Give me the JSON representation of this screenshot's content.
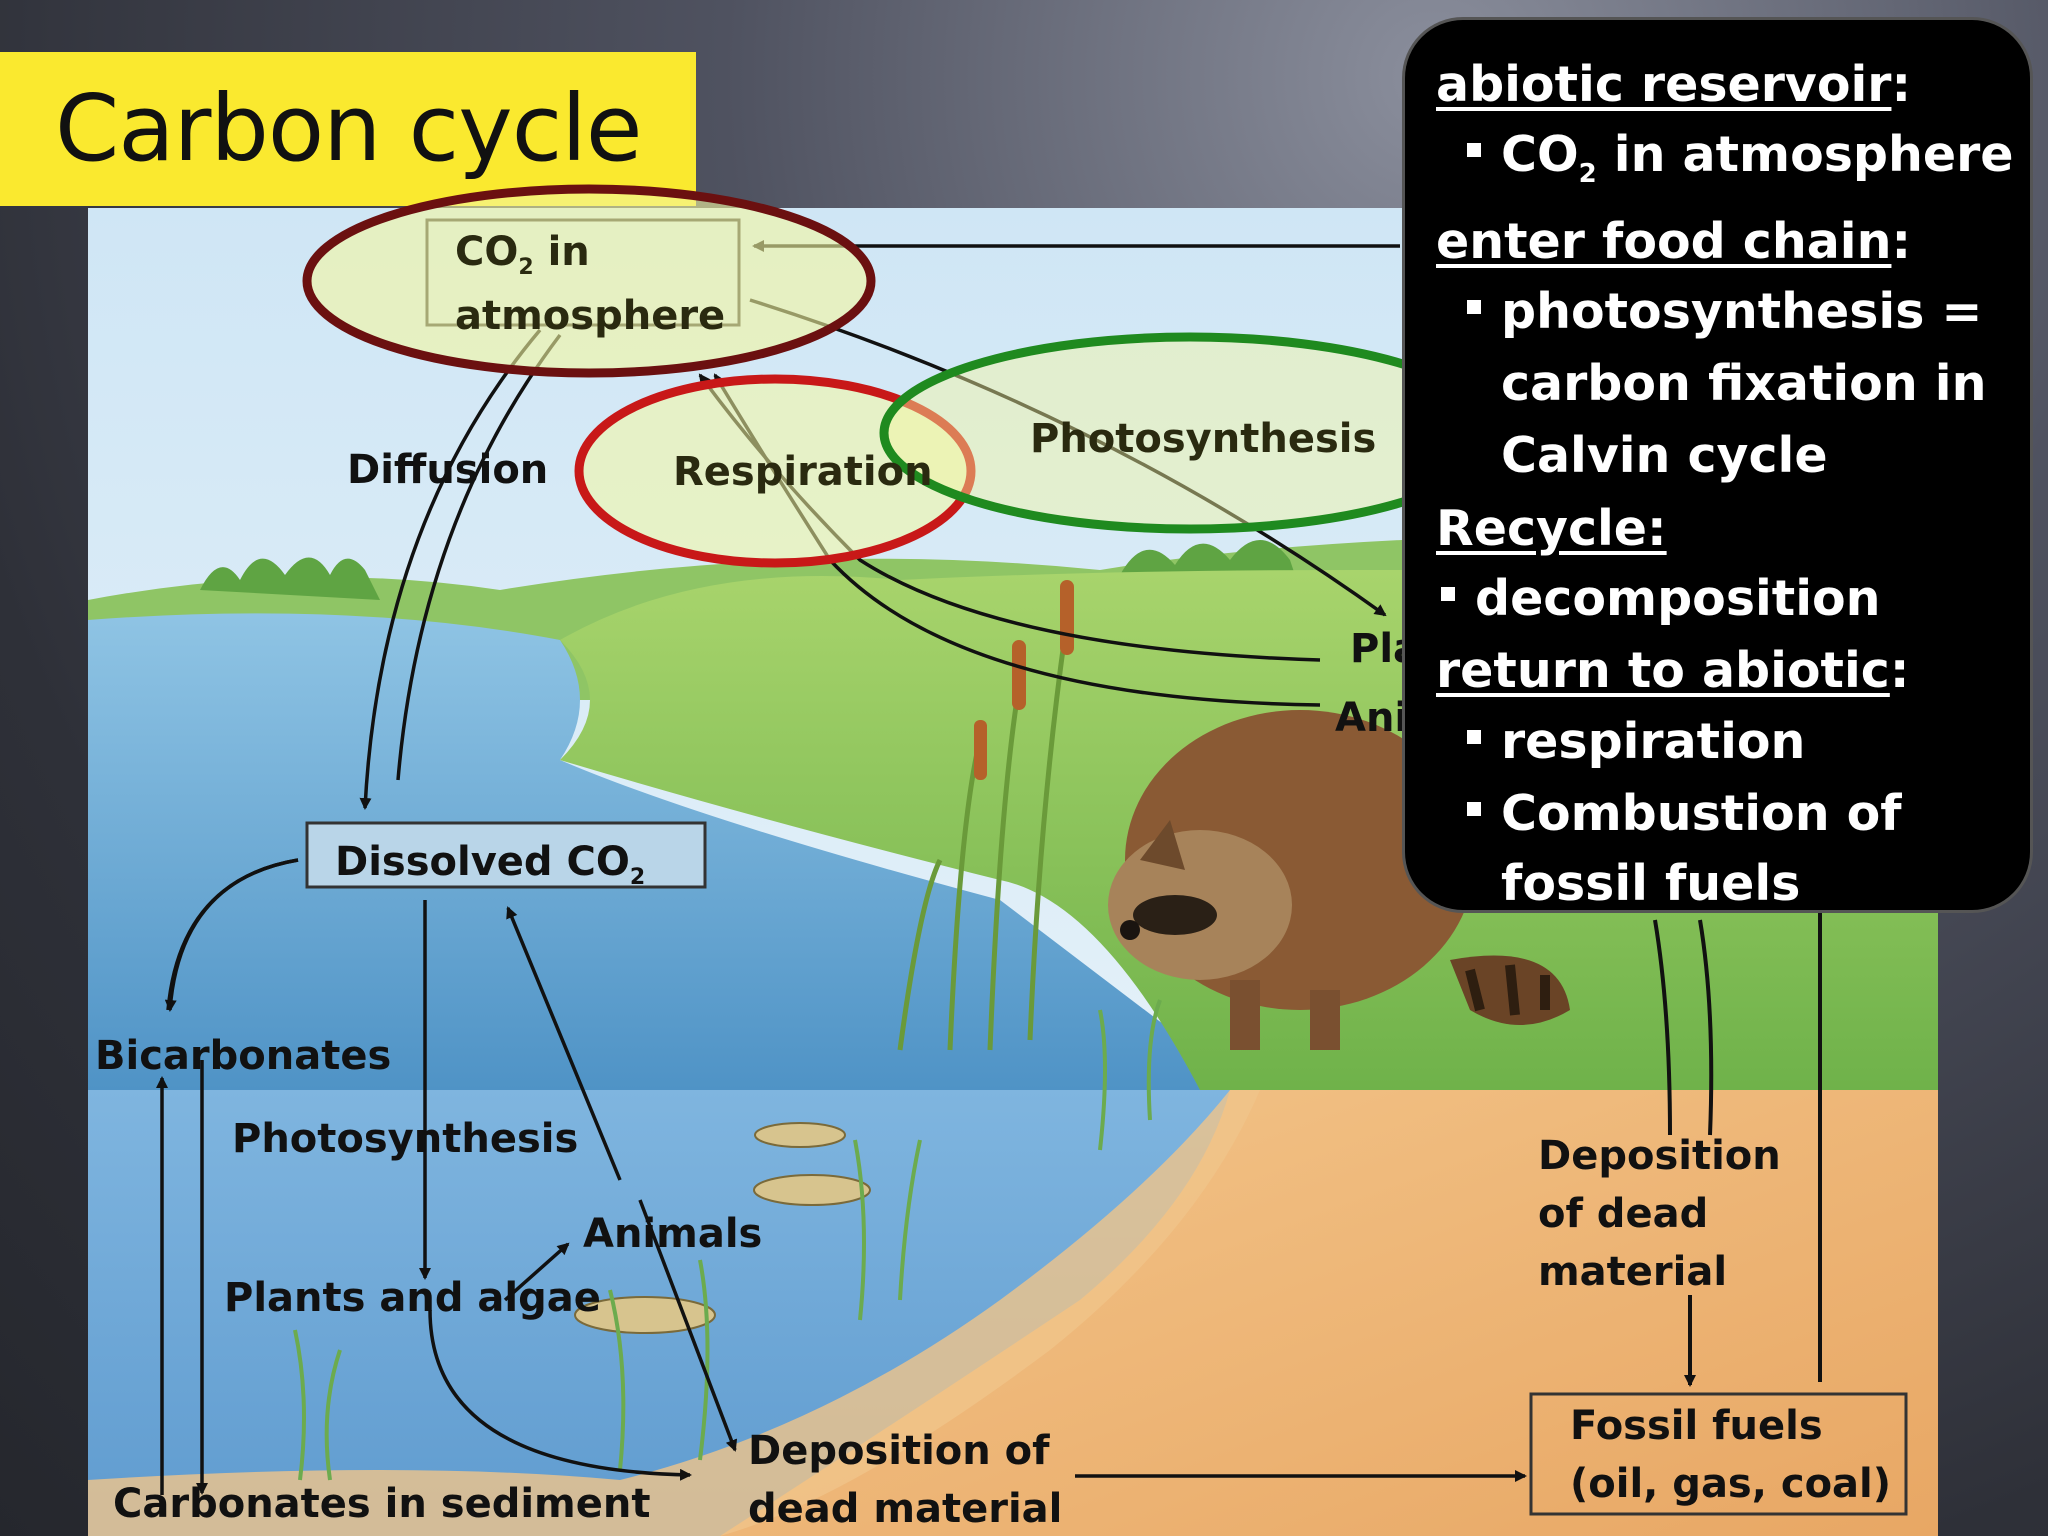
{
  "slide": {
    "title": "Carbon cycle"
  },
  "diagram": {
    "co2_atmosphere_line1": "CO",
    "co2_atmosphere_sub": "2",
    "co2_atmosphere_line1_rest": " in",
    "co2_atmosphere_line2": "atmosphere",
    "diffusion": "Diffusion",
    "respiration": "Respiration",
    "photosynthesis_land": "Photosynthesis",
    "plants_partial": "Pla",
    "animals_partial": "Ani",
    "dissolved_co2": "Dissolved CO",
    "dissolved_co2_sub": "2",
    "bicarbonates": "Bicarbonates",
    "photosynthesis_water": "Photosynthesis",
    "animals_water": "Animals",
    "plants_and_algae": "Plants and algae",
    "carbonates_in_sediment": "Carbonates in sediment",
    "deposition_water_line1": "Deposition of",
    "deposition_water_line2": "dead material",
    "deposition_land_line1": "Deposition",
    "deposition_land_line2": "of dead",
    "deposition_land_line3": "material",
    "fossil_fuels_line1": "Fossil fuels",
    "fossil_fuels_line2": "(oil, gas, coal)"
  },
  "info_panel": {
    "abiotic_reservoir": "abiotic reservoir",
    "colon": ":",
    "co2_prefix": "CO",
    "co2_sub": "2",
    "co2_suffix": " in atmosphere",
    "enter_food_chain": "enter food chain",
    "photosynthesis_line1": "photosynthesis =",
    "photosynthesis_line2": "carbon fixation in",
    "photosynthesis_line3": "Calvin cycle",
    "recycle": "Recycle:",
    "decomposition": "decomposition",
    "return_to_abiotic": "return to abiotic",
    "respiration": "respiration",
    "combustion_line1": "Combustion of",
    "combustion_line2": "fossil fuels"
  },
  "colors": {
    "title_bg": "#fae92f",
    "panel_bg": "#000000",
    "circle_atmosphere": "#6b1010",
    "circle_respiration": "#c81818",
    "circle_photosynthesis": "#1f8a1f",
    "circle_fill": "#f4f7a0"
  }
}
